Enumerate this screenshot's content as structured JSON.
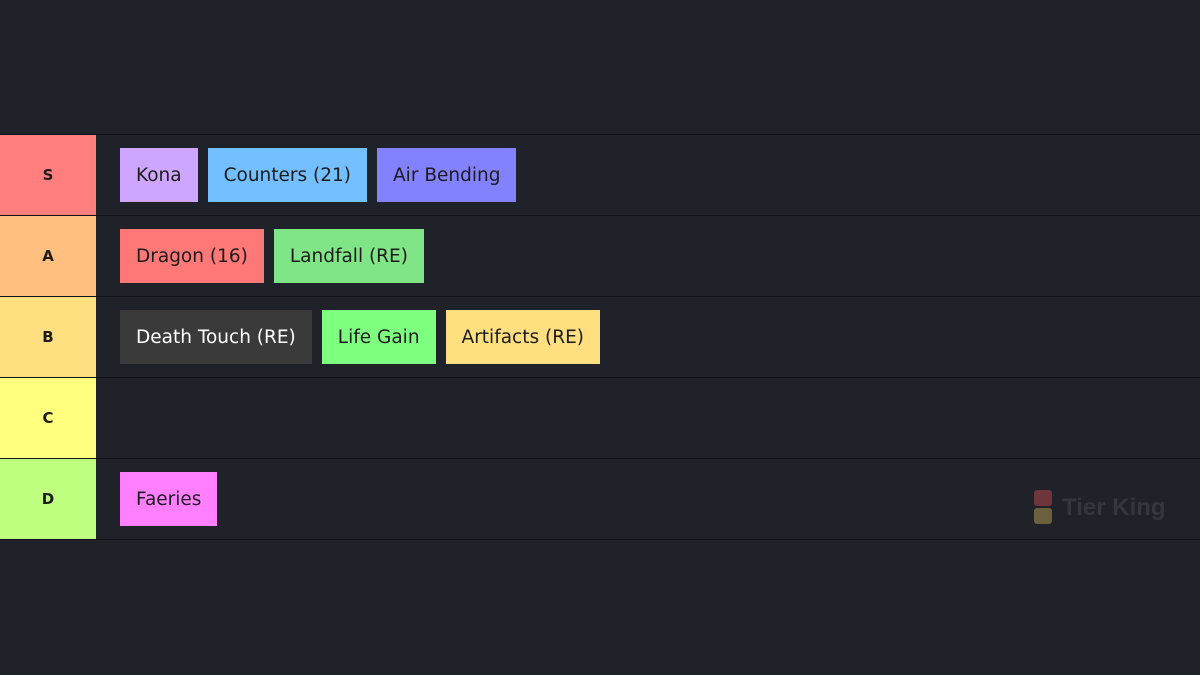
{
  "tiers": [
    {
      "label": "S",
      "color": "#ff7f7f",
      "items": [
        {
          "label": "Kona",
          "color": "#cfa6ff",
          "text_color": "#1c1c1c"
        },
        {
          "label": "Counters (21)",
          "color": "#74bfff",
          "text_color": "#1c1c1c"
        },
        {
          "label": "Air Bending",
          "color": "#8282ff",
          "text_color": "#1c1c1c"
        }
      ]
    },
    {
      "label": "A",
      "color": "#ffbf7f",
      "items": [
        {
          "label": "Dragon (16)",
          "color": "#ff7878",
          "text_color": "#1c1c1c"
        },
        {
          "label": "Landfall (RE)",
          "color": "#7fe586",
          "text_color": "#1c1c1c"
        }
      ]
    },
    {
      "label": "B",
      "color": "#ffdf7f",
      "items": [
        {
          "label": "Death Touch (RE)",
          "color": "#3a3a3a",
          "text_color": "#ffffff"
        },
        {
          "label": "Life Gain",
          "color": "#7fff7f",
          "text_color": "#1c1c1c"
        },
        {
          "label": "Artifacts (RE)",
          "color": "#ffdf7f",
          "text_color": "#1c1c1c"
        }
      ]
    },
    {
      "label": "C",
      "color": "#ffff7f",
      "items": []
    },
    {
      "label": "D",
      "color": "#bfff7f",
      "items": [
        {
          "label": "Faeries",
          "color": "#ff7fff",
          "text_color": "#1c1c1c"
        }
      ]
    }
  ],
  "watermark": {
    "text": "Tier King",
    "icon": "tier-king-logo-icon"
  }
}
